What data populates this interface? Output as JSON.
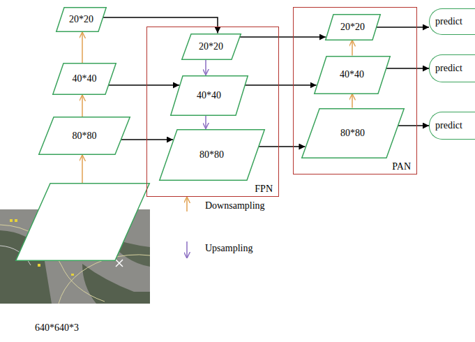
{
  "diagram": {
    "nodes": [
      {
        "text": [
          "20*20"
        ]
      },
      {
        "text": [
          "40*40"
        ]
      },
      {
        "text": [
          "80*80"
        ]
      },
      {
        "text": [
          "640*640*3"
        ]
      },
      {
        "text": [
          "FPN"
        ]
      },
      {
        "text": [
          "20*20"
        ],
        "in": 4
      },
      {
        "text": [
          "40*40"
        ],
        "in": 4
      },
      {
        "text": [
          "80*80"
        ],
        "in": 4
      },
      {
        "text": [
          "PAN"
        ]
      },
      {
        "text": [
          "20*20"
        ],
        "in": 8
      },
      {
        "text": [
          "40*40"
        ],
        "in": 8
      },
      {
        "text": [
          "80*80"
        ],
        "in": 8
      },
      {
        "text": [
          "predict"
        ]
      },
      {
        "text": [
          "predict"
        ]
      },
      {
        "text": [
          "predict"
        ]
      }
    ],
    "edges": [
      {
        "from": 3,
        "to": 2,
        "arrow": "to"
      },
      {
        "from": 2,
        "to": 1,
        "arrow": "to"
      },
      {
        "from": 1,
        "to": 0,
        "arrow": "to"
      },
      {
        "from": 0,
        "to": 5,
        "arrow": "to"
      },
      {
        "from": 5,
        "to": 6,
        "arrow": "to"
      },
      {
        "from": 1,
        "to": 6,
        "arrow": "to"
      },
      {
        "from": 6,
        "to": 7,
        "arrow": "to"
      },
      {
        "from": 2,
        "to": 7,
        "arrow": "to"
      },
      {
        "from": 7,
        "to": 11,
        "arrow": "to"
      },
      {
        "from": 11,
        "to": 10,
        "arrow": "to"
      },
      {
        "from": 10,
        "to": 9,
        "arrow": "to"
      },
      {
        "from": 5,
        "to": 9,
        "arrow": "to"
      },
      {
        "from": 6,
        "to": 10,
        "arrow": "to"
      },
      {
        "from": 9,
        "to": 12,
        "arrow": "to"
      },
      {
        "from": 10,
        "to": 13,
        "arrow": "to"
      },
      {
        "from": 11,
        "to": 14,
        "arrow": "to"
      }
    ],
    "legend": [
      {
        "text": "Downsampling"
      },
      {
        "text": "Upsampling"
      }
    ]
  }
}
